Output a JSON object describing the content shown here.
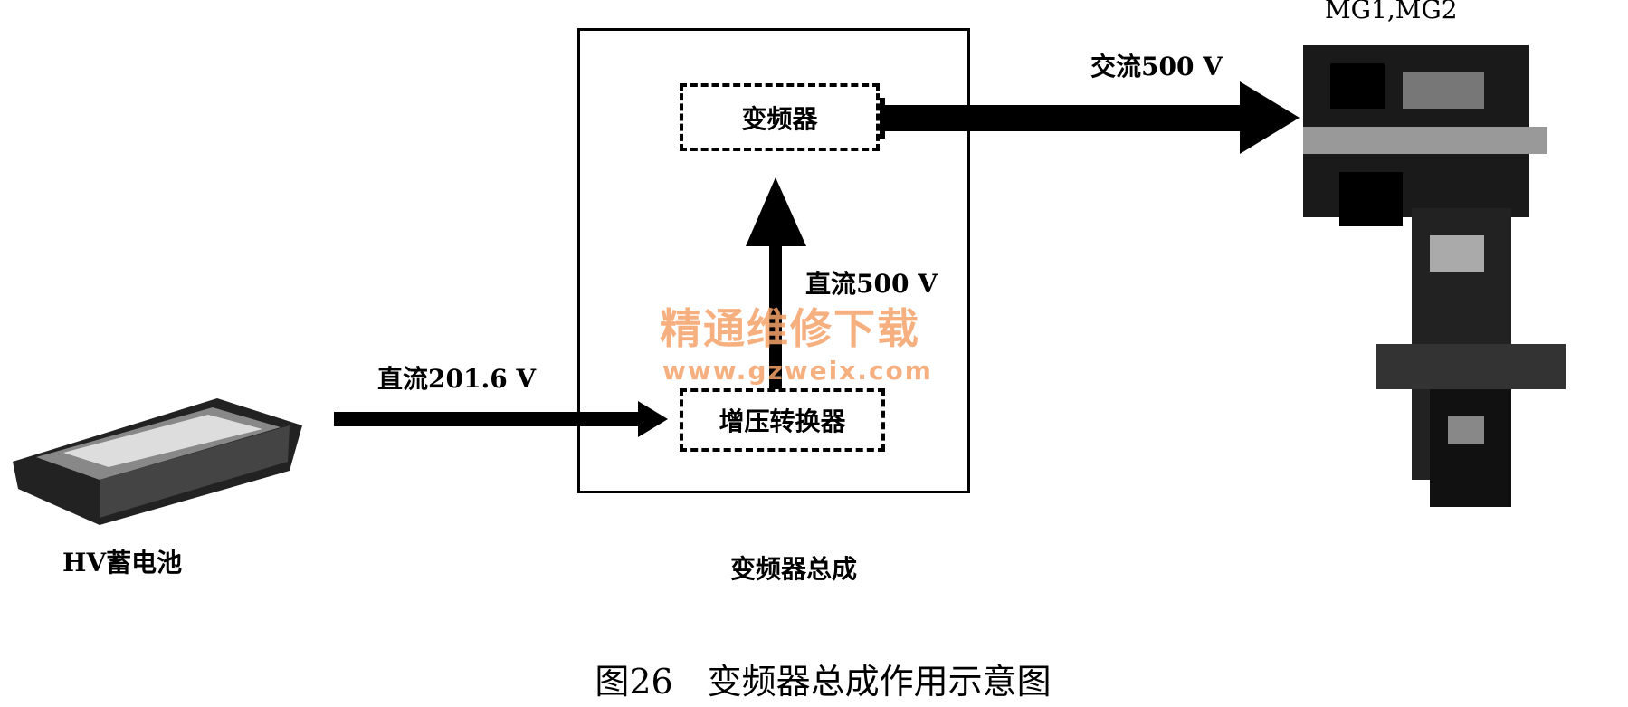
{
  "diagram": {
    "assembly_label": "变频器总成",
    "inverter_label": "变频器",
    "boost_converter_label": "增压转换器",
    "battery_label": "HV蓄电池",
    "motor_label": "MG1,MG2",
    "dc_input_label": "直流201.6 V",
    "dc_boost_label": "直流500 V",
    "ac_output_label": "交流500 V",
    "caption": "图26　变频器总成作用示意图"
  },
  "watermark": {
    "title": "精通维修下载",
    "url": "www.gzweix.com",
    "color": "#f5a36a"
  }
}
